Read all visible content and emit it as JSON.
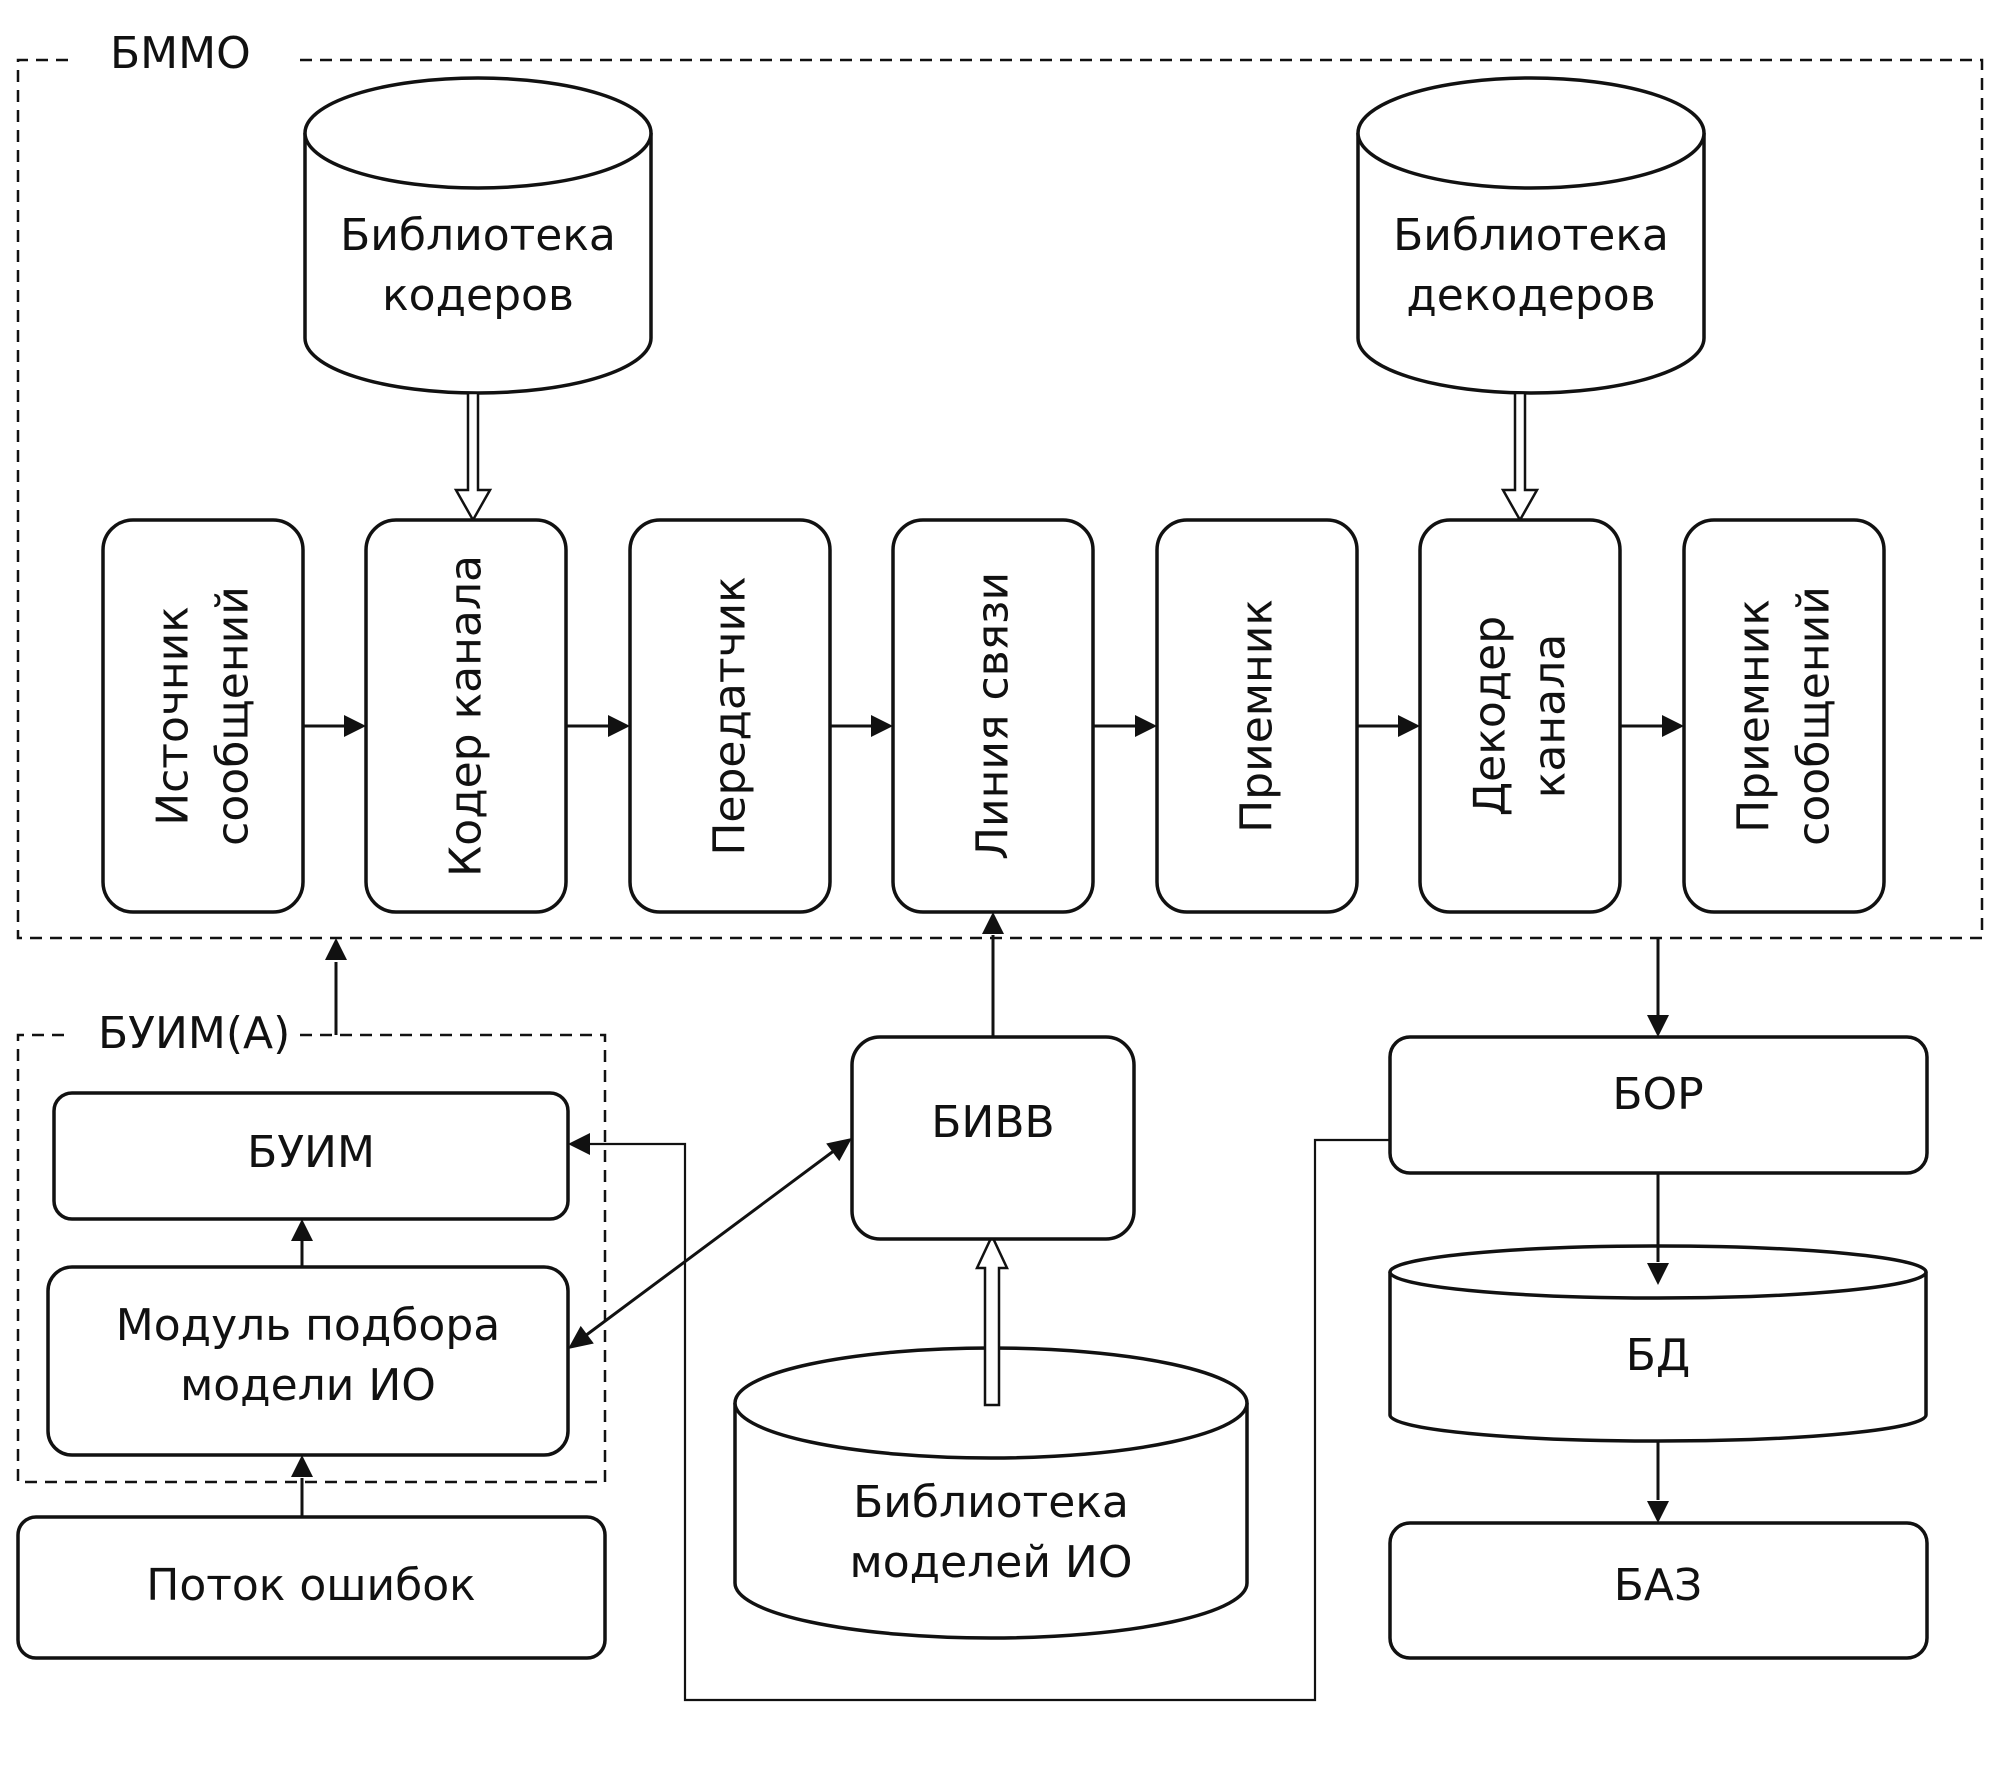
{
  "groups": {
    "bmmo": "БММО",
    "buim_a": "БУИМ(А)"
  },
  "libraries": {
    "coders": [
      "Библиотека",
      "кодеров"
    ],
    "decoders": [
      "Библиотека",
      "декодеров"
    ],
    "models": [
      "Библиотека",
      "моделей ИО"
    ]
  },
  "chain": [
    {
      "lines": [
        "Источник",
        "сообщений"
      ]
    },
    {
      "lines": [
        "Кодер канала"
      ]
    },
    {
      "lines": [
        "Передатчик"
      ]
    },
    {
      "lines": [
        "Линия связи"
      ]
    },
    {
      "lines": [
        "Приемник"
      ]
    },
    {
      "lines": [
        "Декодер",
        "канала"
      ]
    },
    {
      "lines": [
        "Приемник",
        "сообщений"
      ]
    }
  ],
  "blocks": {
    "buim": "БУИМ",
    "module": [
      "Модуль подбора",
      "модели ИО"
    ],
    "error_stream": "Поток ошибок",
    "bivv": "БИВВ",
    "bor": "БОР",
    "bd": "БД",
    "baz": "БАЗ"
  },
  "colors": {
    "stroke": "#111111",
    "background": "#ffffff"
  }
}
